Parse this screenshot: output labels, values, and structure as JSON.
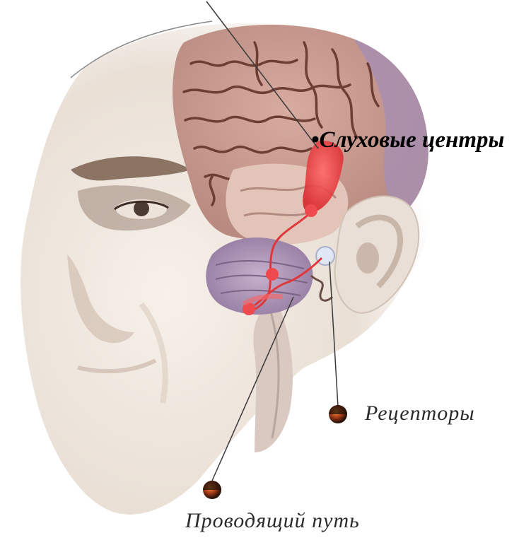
{
  "labels": {
    "auditory_centers": "•Слуховые центры",
    "receptors": "Рецепторы",
    "conducting_path": "Проводящий путь"
  },
  "colors": {
    "skin": "#efe8e0",
    "brain": "#c79a8f",
    "brain_dark": "#7a4a3f",
    "temporal": "#a88fb0",
    "highlight": "#e8474a",
    "pointer_ball_dark": "#2a1a10",
    "pointer_ball_orange": "#e07020"
  }
}
